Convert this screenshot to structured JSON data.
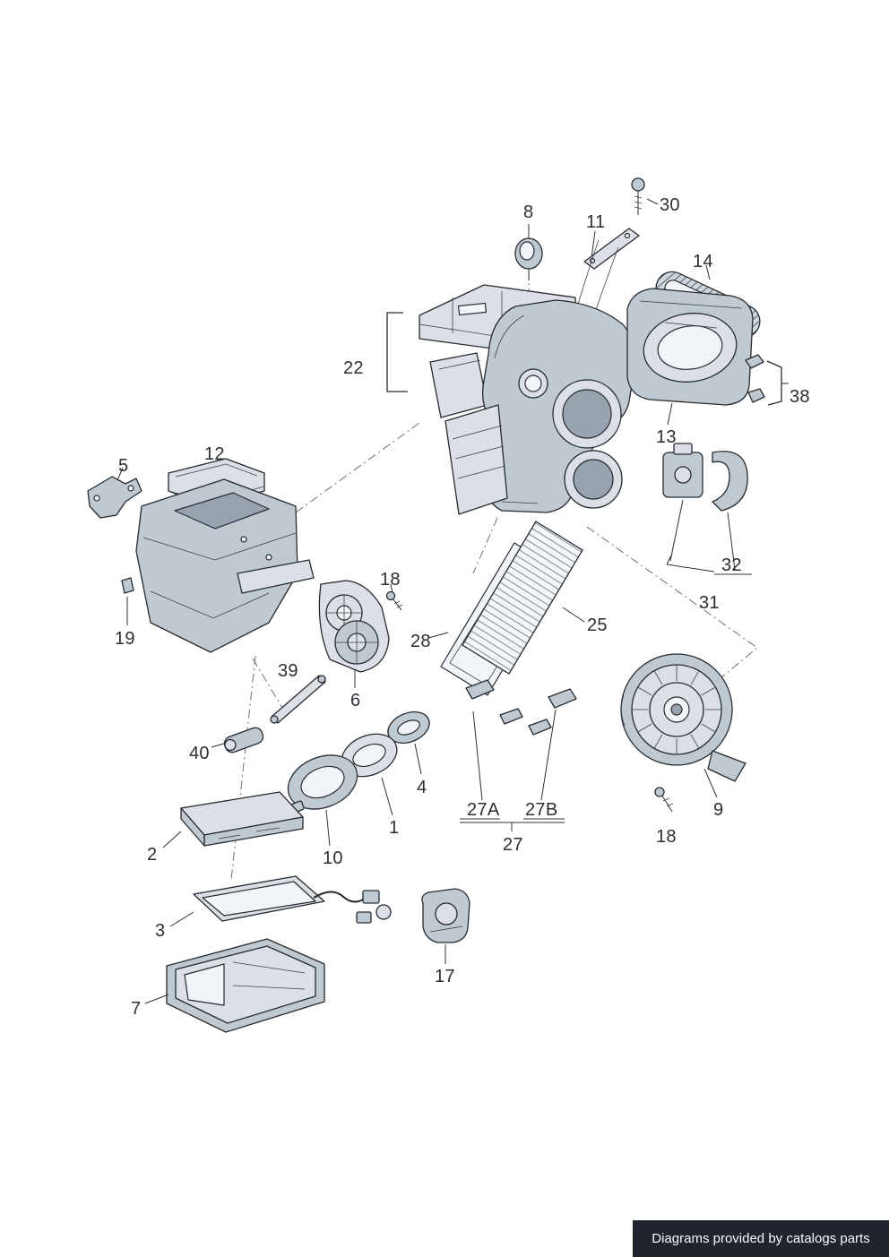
{
  "diagram": {
    "type": "exploded-parts-diagram",
    "description": "Heater / air conditioning unit exploded view",
    "colors": {
      "background": "#ffffff",
      "part_fill_light": "#dae0e6",
      "part_fill_mid": "#bfc9d2",
      "stroke": "#272b30",
      "label_color": "#2b2f33"
    },
    "labels": [
      {
        "id": "30",
        "text": "30"
      },
      {
        "id": "8",
        "text": "8"
      },
      {
        "id": "11",
        "text": "11"
      },
      {
        "id": "14",
        "text": "14"
      },
      {
        "id": "22",
        "text": "22"
      },
      {
        "id": "38",
        "text": "38"
      },
      {
        "id": "13",
        "text": "13"
      },
      {
        "id": "12",
        "text": "12"
      },
      {
        "id": "5",
        "text": "5"
      },
      {
        "id": "32",
        "text": "32"
      },
      {
        "id": "31",
        "text": "31"
      },
      {
        "id": "19",
        "text": "19"
      },
      {
        "id": "18-upper",
        "text": "18"
      },
      {
        "id": "28",
        "text": "28"
      },
      {
        "id": "25",
        "text": "25"
      },
      {
        "id": "39",
        "text": "39"
      },
      {
        "id": "6",
        "text": "6"
      },
      {
        "id": "40",
        "text": "40"
      },
      {
        "id": "4",
        "text": "4"
      },
      {
        "id": "1",
        "text": "1"
      },
      {
        "id": "10",
        "text": "10"
      },
      {
        "id": "2",
        "text": "2"
      },
      {
        "id": "27A",
        "text": "27A"
      },
      {
        "id": "27B",
        "text": "27B"
      },
      {
        "id": "27",
        "text": "27"
      },
      {
        "id": "9",
        "text": "9"
      },
      {
        "id": "18-lower",
        "text": "18"
      },
      {
        "id": "3",
        "text": "3"
      },
      {
        "id": "17",
        "text": "17"
      },
      {
        "id": "7",
        "text": "7"
      }
    ]
  },
  "footer": {
    "text": "Diagrams provided by catalogs parts",
    "background": "#20242e",
    "color": "#fafafa"
  }
}
